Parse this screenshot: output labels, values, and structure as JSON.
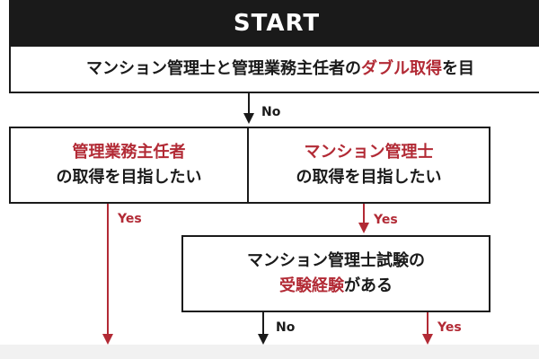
{
  "colors": {
    "dark": "#1a1a1a",
    "accent_red": "#b22a35",
    "background": "#ffffff"
  },
  "start": {
    "label": "START"
  },
  "question": {
    "prefix": "マンション管理士と管理業務主任者の",
    "highlight": "ダブル取得",
    "suffix": "を目"
  },
  "edges": {
    "start_no": "No",
    "left_yes": "Yes",
    "right_yes": "Yes",
    "exam_no": "No",
    "exam_yes": "Yes"
  },
  "options": {
    "left": {
      "highlight": "管理業務主任者",
      "text": "の取得を目指したい"
    },
    "right": {
      "highlight": "マンション管理士",
      "text": "の取得を目指したい"
    }
  },
  "exam": {
    "line1": "マンション管理士試験の",
    "highlight": "受験経験",
    "suffix": "がある"
  }
}
